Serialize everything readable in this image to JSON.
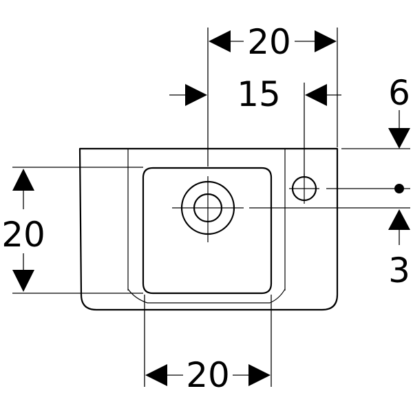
{
  "dimensions": {
    "top_width": "20",
    "drain_offset": "15",
    "tap_hole_top": "6",
    "basin_depth": "20",
    "tap_hole_drop": "3",
    "bottom_width": "20"
  }
}
